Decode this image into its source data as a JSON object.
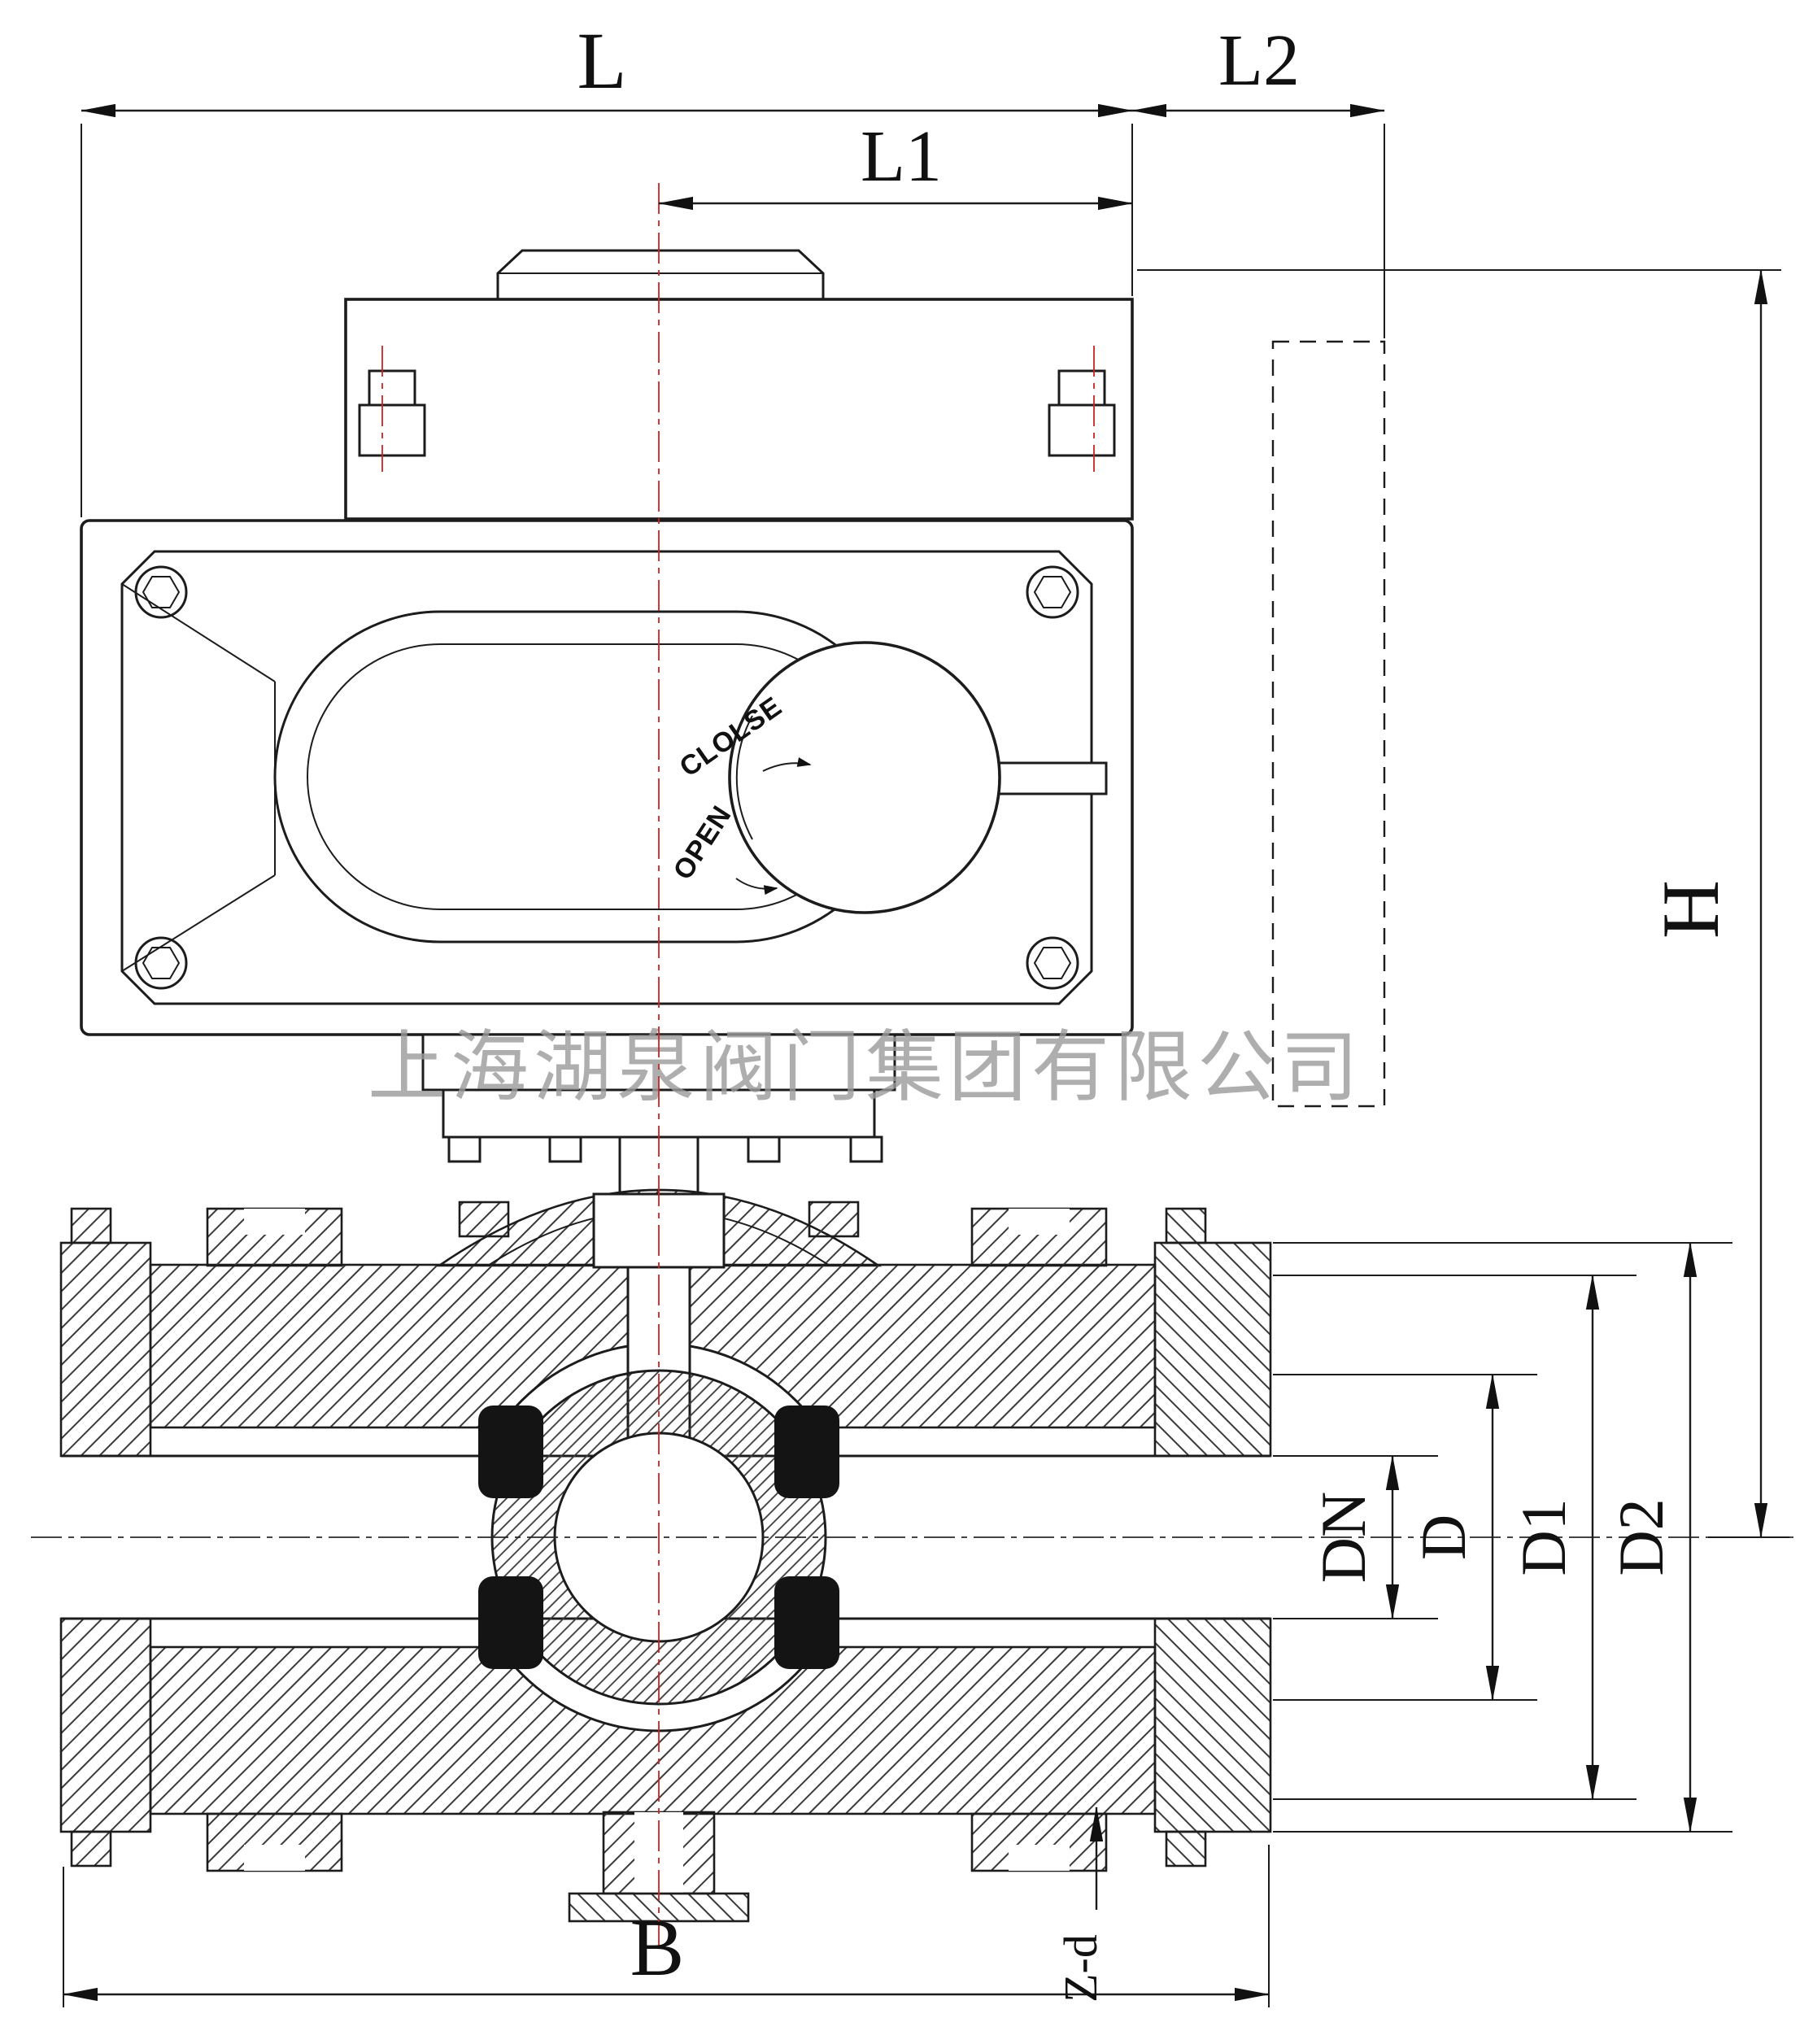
{
  "watermark": {
    "text": "上海湖泉阀门集团有限公司"
  },
  "actuator": {
    "close_label": "CLOLSE",
    "open_label": "OPEN"
  },
  "dimensions": {
    "L": "L",
    "L1": "L1",
    "L2": "L2",
    "H": "H",
    "DN": "DN",
    "D": "D",
    "D1": "D1",
    "D2": "D2",
    "B": "B",
    "Z_d": "Z-d"
  },
  "colors": {
    "line": "#1c1c1c",
    "centerline_red": "#cc2222",
    "seat_black": "#141414",
    "watermark_gray": "#9b9b9b",
    "background": "#ffffff"
  }
}
